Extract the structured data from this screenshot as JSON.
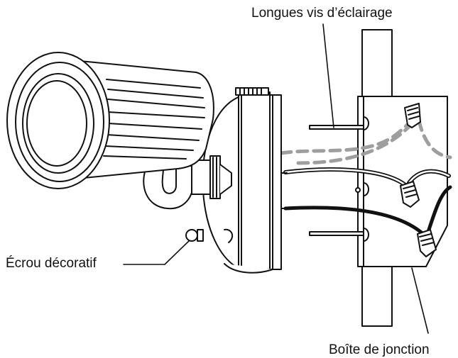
{
  "labels": {
    "mounting_screws": "Longues vis d’éclairage",
    "decorative_nut": "Écrou décoratif",
    "junction_box": "Boîte de jonction"
  },
  "colors": {
    "line": "#111111",
    "ground_wire": "#9e9e9e",
    "background": "#ffffff"
  }
}
